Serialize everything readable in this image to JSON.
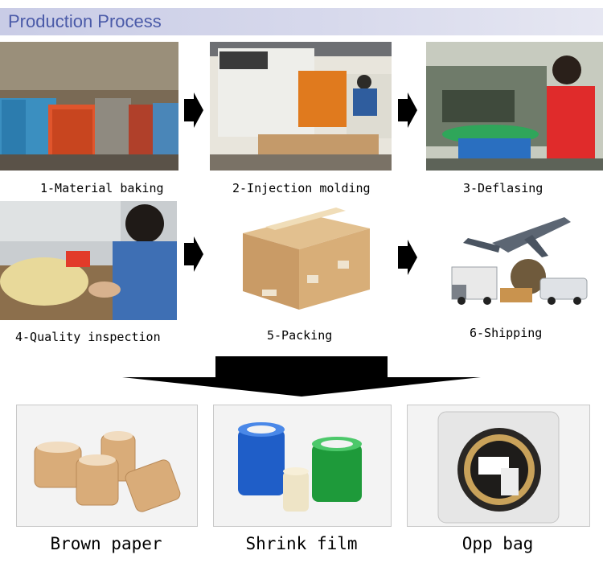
{
  "header": {
    "title": "Production Process"
  },
  "steps": [
    {
      "label": "1-Material baking",
      "image": "material-baking-photo"
    },
    {
      "label": "2-Injection molding",
      "image": "injection-molding-photo"
    },
    {
      "label": "3-Deflasing",
      "image": "deflasing-photo"
    },
    {
      "label": "4-Quality inspection",
      "image": "quality-inspection-photo"
    },
    {
      "label": "5-Packing",
      "image": "packing-box-photo"
    },
    {
      "label": "6-Shipping",
      "image": "shipping-photo"
    }
  ],
  "packaging": [
    {
      "label": "Brown paper",
      "image": "brown-paper-seals-photo"
    },
    {
      "label": "Shrink film",
      "image": "shrink-film-seals-photo"
    },
    {
      "label": "Opp bag",
      "image": "opp-bag-seal-photo"
    }
  ],
  "colors": {
    "header_text": "#4a5aa8",
    "header_bg": "#d0d3ea",
    "arrow": "#000000"
  }
}
